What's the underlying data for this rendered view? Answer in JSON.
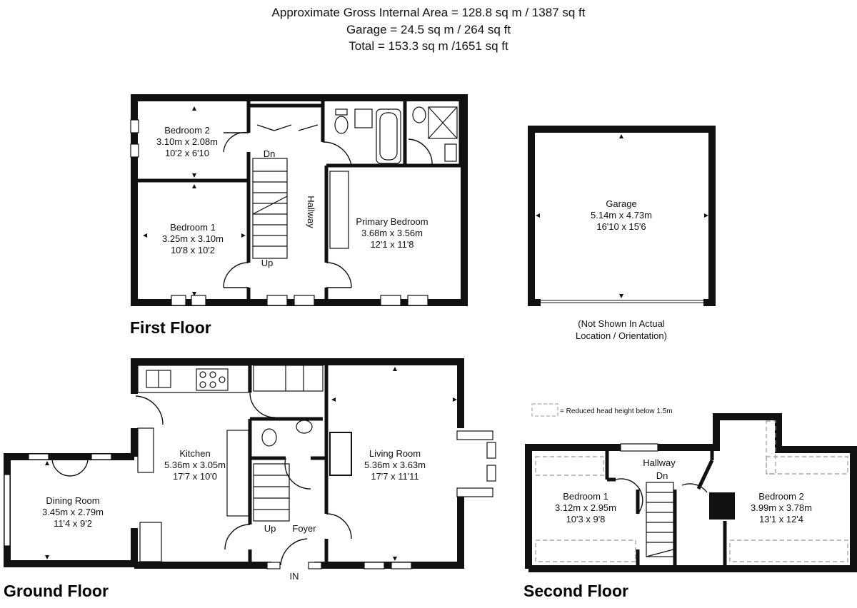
{
  "header": {
    "line1": "Approximate Gross Internal Area = 128.8 sq m / 1387 sq ft",
    "line2": "Garage = 24.5 sq m / 264 sq ft",
    "line3": "Total = 153.3 sq m /1651 sq ft"
  },
  "floors": {
    "first": "First Floor",
    "ground": "Ground Floor",
    "second": "Second Floor"
  },
  "rooms": {
    "bedroom2_ff": {
      "name": "Bedroom 2",
      "metric": "3.10m x 2.08m",
      "imperial": "10'2 x 6'10"
    },
    "bedroom1_ff": {
      "name": "Bedroom 1",
      "metric": "3.25m x 3.10m",
      "imperial": "10'8 x 10'2"
    },
    "primary": {
      "name": "Primary Bedroom",
      "metric": "3.68m x 3.56m",
      "imperial": "12'1 x 11'8"
    },
    "garage": {
      "name": "Garage",
      "metric": "5.14m x 4.73m",
      "imperial": "16'10 x 15'6"
    },
    "kitchen": {
      "name": "Kitchen",
      "metric": "5.36m x 3.05m",
      "imperial": "17'7 x 10'0"
    },
    "living": {
      "name": "Living Room",
      "metric": "5.36m x 3.63m",
      "imperial": "17'7 x 11'11"
    },
    "dining": {
      "name": "Dining Room",
      "metric": "3.45m x 2.79m",
      "imperial": "11'4 x 9'2"
    },
    "bedroom1_sf": {
      "name": "Bedroom 1",
      "metric": "3.12m x 2.95m",
      "imperial": "10'3 x 9'8"
    },
    "bedroom2_sf": {
      "name": "Bedroom 2",
      "metric": "3.99m x 3.78m",
      "imperial": "13'1 x 12'4"
    }
  },
  "labels": {
    "hallway_ff": "Hallway",
    "dn_ff": "Dn",
    "up_ff": "Up",
    "up_gf": "Up",
    "foyer": "Foyer",
    "in": "IN",
    "hallway_sf": "Hallway",
    "dn_sf": "Dn"
  },
  "garage_note": {
    "line1": "(Not Shown In Actual",
    "line2": "Location / Orientation)"
  },
  "legend": {
    "text": "= Reduced head height below 1.5m"
  }
}
